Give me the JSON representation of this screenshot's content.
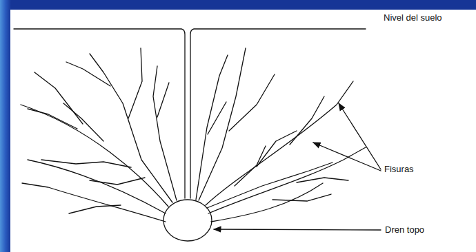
{
  "diagram": {
    "labels": [
      "Nivel del suelo",
      "Fisuras",
      "Dren topo"
    ]
  }
}
